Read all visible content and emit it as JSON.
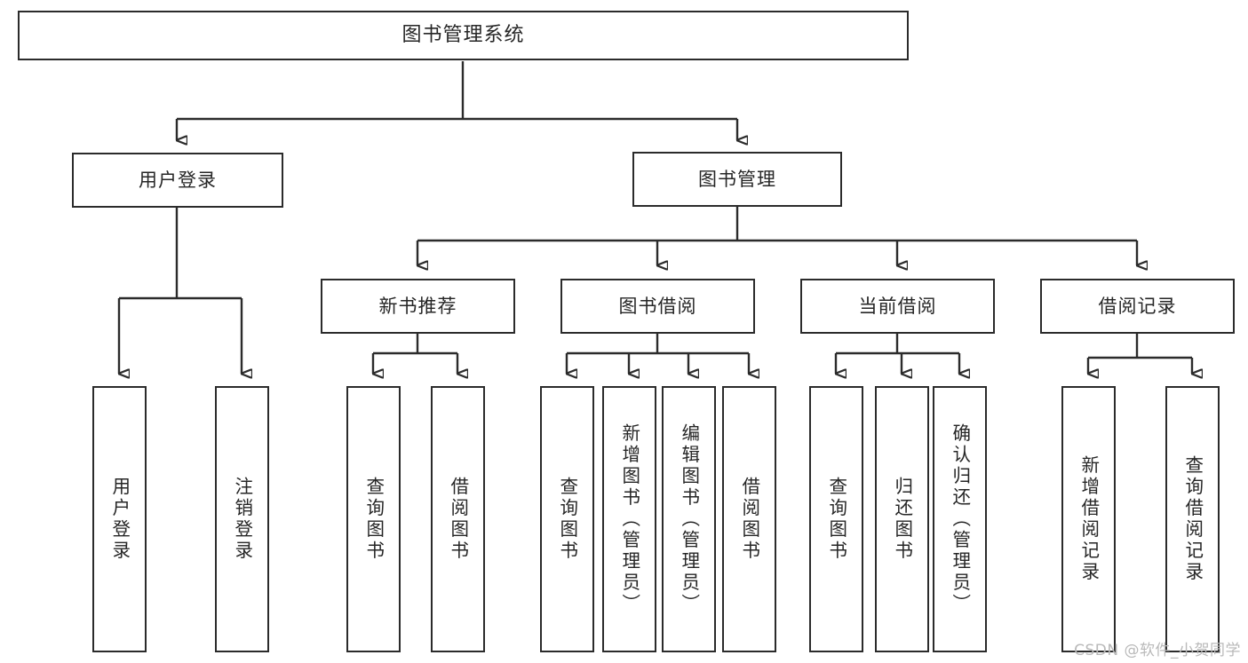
{
  "diagram": {
    "title": "图书管理系统",
    "type": "功能结构图",
    "colors": {
      "box_border": "#2b2b2b",
      "box_fill": "#ffffff",
      "text": "#262626",
      "connector": "#2b2b2b",
      "watermark": "#b9b9b9",
      "background": "#ffffff"
    },
    "nodes": {
      "root": {
        "label": "图书管理系统"
      },
      "level2": [
        {
          "id": "user-login",
          "label": "用户登录"
        },
        {
          "id": "book-manage",
          "label": "图书管理"
        }
      ],
      "level3": [
        {
          "id": "new-book-recommend",
          "label": "新书推荐"
        },
        {
          "id": "book-borrow",
          "label": "图书借阅"
        },
        {
          "id": "current-borrow",
          "label": "当前借阅"
        },
        {
          "id": "borrow-record",
          "label": "借阅记录"
        }
      ],
      "leaves": {
        "user-login": [
          {
            "id": "leaf-user-login",
            "label": "用户登录"
          },
          {
            "id": "leaf-user-logout",
            "label": "注销登录"
          }
        ],
        "new-book-recommend": [
          {
            "id": "leaf-query-book-1",
            "label": "查询图书"
          },
          {
            "id": "leaf-borrow-book-1",
            "label": "借阅图书"
          }
        ],
        "book-borrow": [
          {
            "id": "leaf-query-book-2",
            "label": "查询图书"
          },
          {
            "id": "leaf-add-book-admin",
            "label": "新增图书（管理员）"
          },
          {
            "id": "leaf-edit-book-admin",
            "label": "编辑图书（管理员）"
          },
          {
            "id": "leaf-borrow-book-2",
            "label": "借阅图书"
          }
        ],
        "current-borrow": [
          {
            "id": "leaf-query-book-3",
            "label": "查询图书"
          },
          {
            "id": "leaf-return-book",
            "label": "归还图书"
          },
          {
            "id": "leaf-confirm-return-admin",
            "label": "确认归还（管理员）"
          }
        ],
        "borrow-record": [
          {
            "id": "leaf-add-borrow-record",
            "label": "新增借阅记录"
          },
          {
            "id": "leaf-query-borrow-record",
            "label": "查询借阅记录"
          }
        ]
      }
    },
    "watermark": "CSDN @软件_小贺同学"
  }
}
